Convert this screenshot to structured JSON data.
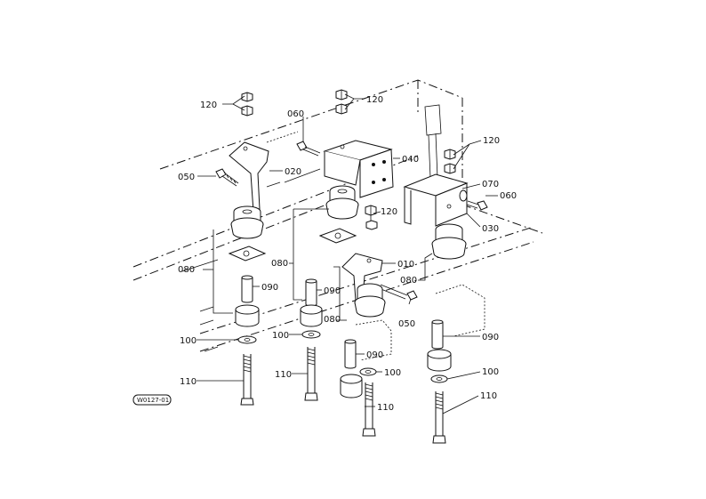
{
  "diagram": {
    "badge": "W0127-01",
    "part_labels": [
      {
        "id": "p120a",
        "text": "120"
      },
      {
        "id": "p120b",
        "text": "120"
      },
      {
        "id": "p120c",
        "text": "120"
      },
      {
        "id": "p120d",
        "text": "120"
      },
      {
        "id": "p060a",
        "text": "060"
      },
      {
        "id": "p060b",
        "text": "060"
      },
      {
        "id": "p020",
        "text": "020"
      },
      {
        "id": "p040",
        "text": "040"
      },
      {
        "id": "p070",
        "text": "070"
      },
      {
        "id": "p030",
        "text": "030"
      },
      {
        "id": "p050a",
        "text": "050"
      },
      {
        "id": "p050b",
        "text": "050"
      },
      {
        "id": "p010",
        "text": "010"
      },
      {
        "id": "p080a",
        "text": "080"
      },
      {
        "id": "p080b",
        "text": "080"
      },
      {
        "id": "p080c",
        "text": "080"
      },
      {
        "id": "p080d",
        "text": "080"
      },
      {
        "id": "p090a",
        "text": "090"
      },
      {
        "id": "p090b",
        "text": "090"
      },
      {
        "id": "p090c",
        "text": "090"
      },
      {
        "id": "p090d",
        "text": "090"
      },
      {
        "id": "p100a",
        "text": "100"
      },
      {
        "id": "p100b",
        "text": "100"
      },
      {
        "id": "p100c",
        "text": "100"
      },
      {
        "id": "p100d",
        "text": "100"
      },
      {
        "id": "p110a",
        "text": "110"
      },
      {
        "id": "p110b",
        "text": "110"
      },
      {
        "id": "p110c",
        "text": "110"
      },
      {
        "id": "p110d",
        "text": "110"
      }
    ]
  }
}
